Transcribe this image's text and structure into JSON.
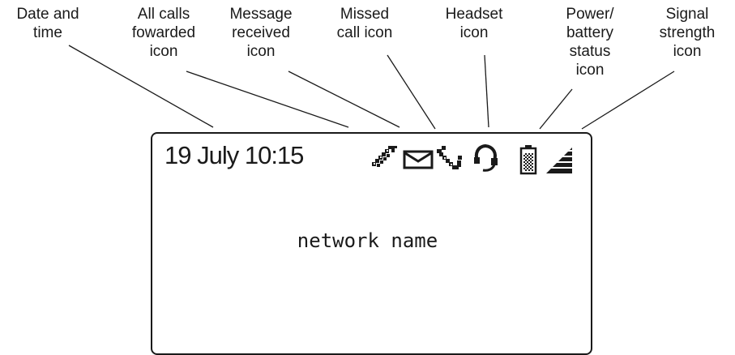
{
  "callouts": [
    {
      "label": "Date and\ntime"
    },
    {
      "label": "All calls\nfowarded\nicon"
    },
    {
      "label": "Message\nreceived\nicon"
    },
    {
      "label": "Missed\ncall icon"
    },
    {
      "label": "Headset\nicon"
    },
    {
      "label": "Power/\nbattery\nstatus\nicon"
    },
    {
      "label": "Signal\nstrength\nicon"
    }
  ],
  "display": {
    "datetime": "19 July 10:15",
    "network_name": "network name"
  },
  "icons": [
    "call-forward-icon",
    "envelope-icon",
    "missed-call-icon",
    "headset-icon",
    "battery-icon",
    "signal-strength-icon"
  ],
  "colors": {
    "line": "#1a1a1a",
    "background": "#ffffff"
  }
}
